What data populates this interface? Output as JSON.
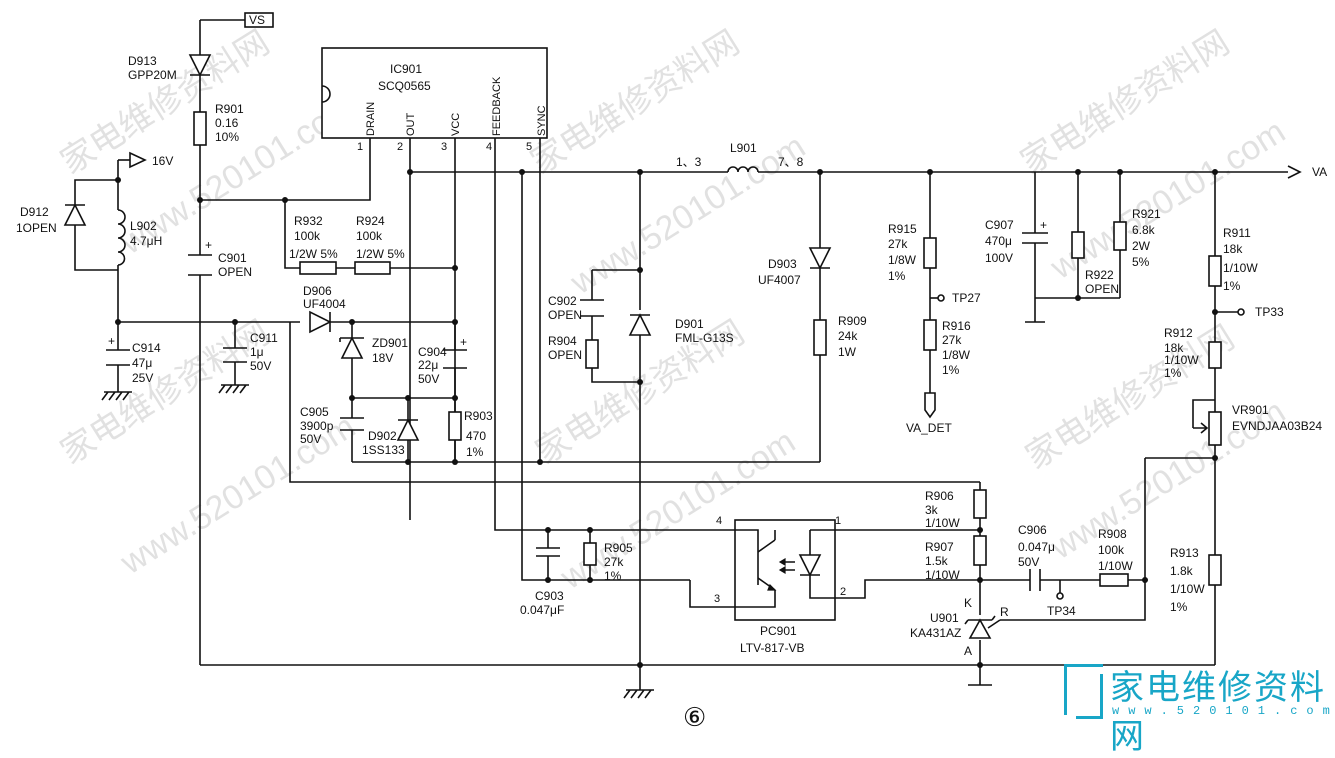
{
  "ic901": {
    "ref": "IC901",
    "part": "SCQ0565",
    "pins": [
      "DRAIN",
      "OUT",
      "VCC",
      "FEEDBACK",
      "SYNC"
    ],
    "pin_numbers": [
      "1",
      "2",
      "3",
      "4",
      "5"
    ]
  },
  "nets": {
    "vs": "VS",
    "v16": "16V",
    "va": "VA",
    "va_det": "VA_DET"
  },
  "components": {
    "d913": [
      "D913",
      "GPP20M"
    ],
    "r901": [
      "R901",
      "0.16",
      "10%"
    ],
    "d912": [
      "D912",
      "1OPEN"
    ],
    "l902": [
      "L902",
      "4.7μH"
    ],
    "c901": [
      "C901",
      "OPEN"
    ],
    "r932": [
      "R932",
      "100k",
      "1/2W 5%"
    ],
    "r924": [
      "R924",
      "100k",
      "1/2W 5%"
    ],
    "d906": [
      "D906",
      "UF4004"
    ],
    "c914": [
      "C914",
      "47μ",
      "25V"
    ],
    "c911": [
      "C911",
      "1μ",
      "50V"
    ],
    "zd901": [
      "ZD901",
      "18V"
    ],
    "c904": [
      "C904",
      "22μ",
      "50V"
    ],
    "c905": [
      "C905",
      "3900p",
      "50V"
    ],
    "d902": [
      "D902",
      "1SS133"
    ],
    "r903": [
      "R903",
      "470",
      "1%"
    ],
    "c902": [
      "C902",
      "OPEN"
    ],
    "r904": [
      "R904",
      "OPEN"
    ],
    "d901": [
      "D901",
      "FML-G13S"
    ],
    "l901": [
      "L901",
      "1、3",
      "7、8"
    ],
    "d903": [
      "D903",
      "UF4007"
    ],
    "r909": [
      "R909",
      "24k",
      "1W"
    ],
    "r915": [
      "R915",
      "27k",
      "1/8W",
      "1%"
    ],
    "tp27": "TP27",
    "r916": [
      "R916",
      "27k",
      "1/8W",
      "1%"
    ],
    "c907": [
      "C907",
      "470μ",
      "100V"
    ],
    "r921": [
      "R921",
      "6.8k",
      "2W",
      "5%"
    ],
    "r922": [
      "R922",
      "OPEN"
    ],
    "r911": [
      "R911",
      "18k",
      "1/10W",
      "1%"
    ],
    "tp33": "TP33",
    "r912": [
      "R912",
      "18k",
      "1/10W",
      "1%"
    ],
    "vr901": [
      "VR901",
      "EVNDJAA03B24"
    ],
    "r906": [
      "R906",
      "3k",
      "1/10W"
    ],
    "r907": [
      "R907",
      "1.5k",
      "1/10W"
    ],
    "c906": [
      "C906",
      "0.047μ",
      "50V"
    ],
    "r908": [
      "R908",
      "100k",
      "1/10W"
    ],
    "tp34": "TP34",
    "r913": [
      "R913",
      "1.8k",
      "1/10W",
      "1%"
    ],
    "u901": [
      "U901",
      "KA431AZ",
      "K",
      "R",
      "A"
    ],
    "c903": [
      "C903",
      "0.047μF"
    ],
    "r905": [
      "R905",
      "27k",
      "1%"
    ],
    "pc901": [
      "PC901",
      "LTV-817-VB",
      "4",
      "1",
      "3",
      "2"
    ]
  },
  "page_number": "⑥",
  "watermark": {
    "text": "家电维修资料网",
    "site": "www.520101.com"
  },
  "brand": {
    "title": "家电维修资料网",
    "url": "www.520101.com"
  }
}
